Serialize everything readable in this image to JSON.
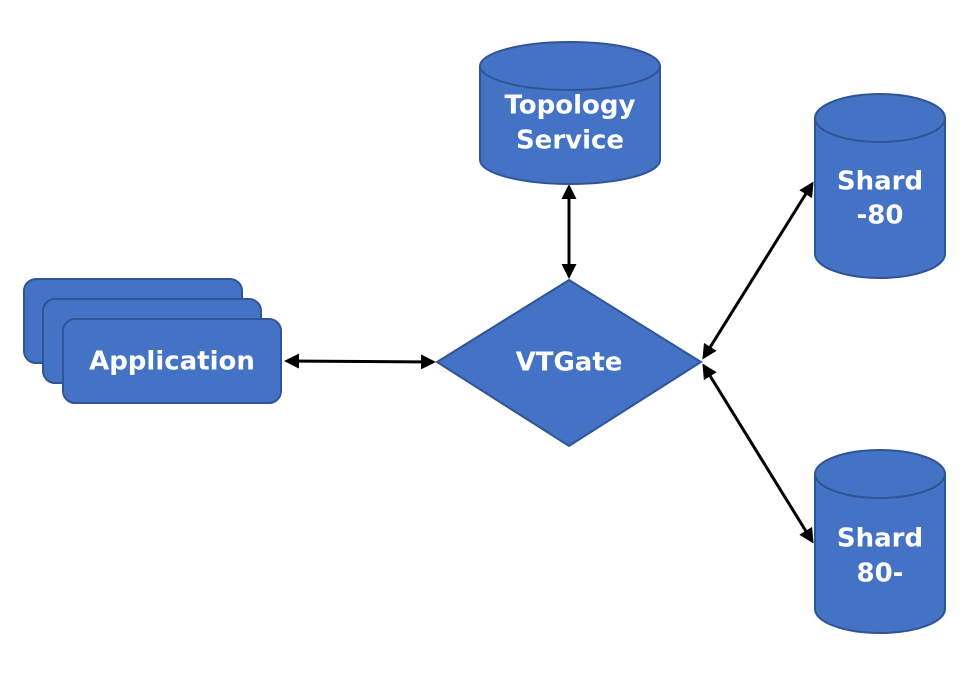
{
  "colors": {
    "node_fill": "#4472C4",
    "node_stroke": "#2F5597",
    "edge": "#000000",
    "label": "#FFFFFF"
  },
  "nodes": {
    "application": {
      "shape": "stacked-rounded-rectangles",
      "label": "Application"
    },
    "vtgate": {
      "shape": "diamond",
      "label": "VTGate"
    },
    "topology": {
      "shape": "cylinder",
      "label_line1": "Topology",
      "label_line2": "Service"
    },
    "shard_a": {
      "shape": "cylinder",
      "label_line1": "Shard",
      "label_line2": "-80"
    },
    "shard_b": {
      "shape": "cylinder",
      "label_line1": "Shard",
      "label_line2": "80-"
    }
  },
  "edges": [
    {
      "from": "application",
      "to": "vtgate",
      "arrows": "both"
    },
    {
      "from": "topology",
      "to": "vtgate",
      "arrows": "both"
    },
    {
      "from": "vtgate",
      "to": "shard_a",
      "arrows": "both"
    },
    {
      "from": "vtgate",
      "to": "shard_b",
      "arrows": "both"
    }
  ]
}
